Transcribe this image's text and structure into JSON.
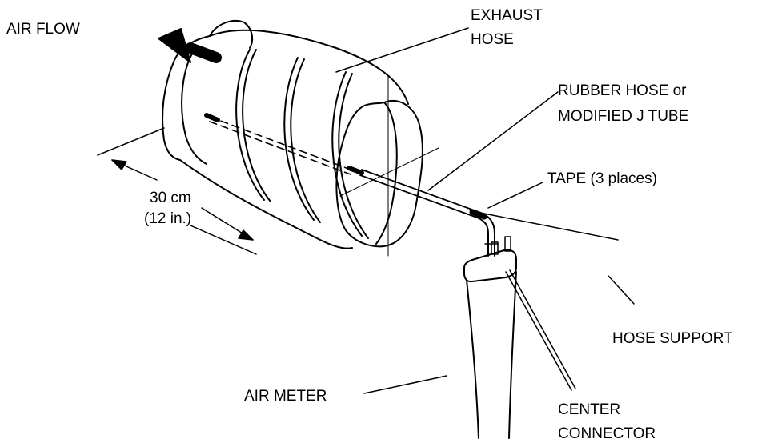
{
  "labels": {
    "air_flow": "AIR FLOW",
    "exhaust_hose_1": "EXHAUST",
    "exhaust_hose_2": "HOSE",
    "rubber_hose_1": "RUBBER HOSE or",
    "rubber_hose_2": "MODIFIED J TUBE",
    "tape": "TAPE (3 places)",
    "dimension_1": "30 cm",
    "dimension_2": "(12 in.)",
    "hose_support": "HOSE SUPPORT",
    "air_meter": "AIR METER",
    "center_connector_1": "CENTER",
    "center_connector_2": "CONNECTOR"
  },
  "colors": {
    "ink": "#000000",
    "paper": "#ffffff"
  }
}
